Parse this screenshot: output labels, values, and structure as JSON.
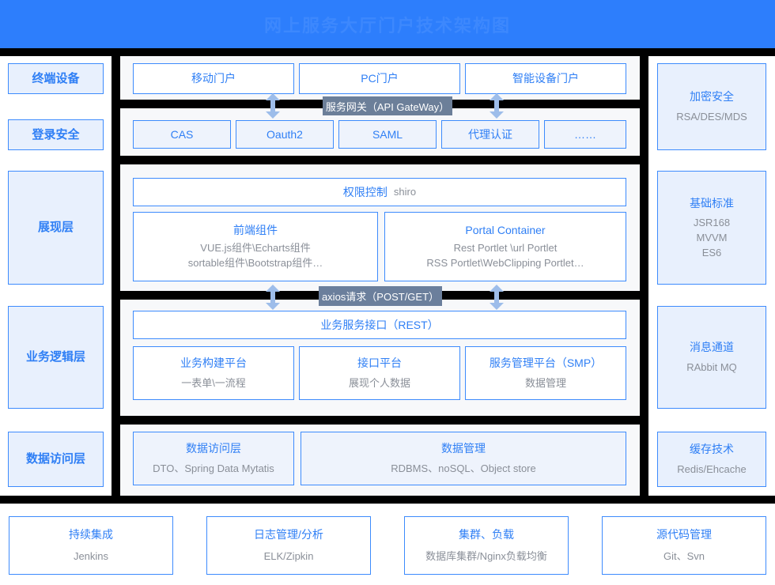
{
  "banner": {
    "title": "网上服务大厅门户技术架构图"
  },
  "layers": [
    {
      "name": "terminal-devices",
      "label": "终端设备"
    },
    {
      "name": "login-security",
      "label": "登录安全"
    },
    {
      "name": "presentation-layer",
      "label": "展现层"
    },
    {
      "name": "business-logic-layer",
      "label": "业务逻辑层"
    },
    {
      "name": "data-access-layer",
      "label": "数据访问层"
    }
  ],
  "portals": [
    {
      "name": "mobile-portal",
      "label": "移动门户"
    },
    {
      "name": "pc-portal",
      "label": "PC门户"
    },
    {
      "name": "smart-device-portal",
      "label": "智能设备门户"
    }
  ],
  "gateway_chip": "服务网关（API GateWay）",
  "axios_chip": "axios请求（POST/GET）",
  "auth_items": [
    {
      "name": "cas",
      "label": "CAS"
    },
    {
      "name": "oauth2",
      "label": "Oauth2"
    },
    {
      "name": "saml",
      "label": "SAML"
    },
    {
      "name": "proxy-auth",
      "label": "代理认证"
    },
    {
      "name": "more",
      "label": "……"
    }
  ],
  "presentation": {
    "permission": {
      "title": "权限控制",
      "tech": "shiro"
    },
    "cards": [
      {
        "name": "frontend-components",
        "title": "前端组件",
        "lines": [
          "VUE.js组件\\Echarts组件",
          "sortable组件\\Bootstrap组件…"
        ]
      },
      {
        "name": "portal-container",
        "title": "Portal Container",
        "lines": [
          "Rest Portlet \\url Portlet",
          "RSS Portlet\\WebClipping Portlet…"
        ]
      }
    ]
  },
  "business": {
    "service_interface": "业务服务接口（REST）",
    "cards": [
      {
        "name": "business-build-platform",
        "title": "业务构建平台",
        "sub": "一表单\\一流程"
      },
      {
        "name": "interface-platform",
        "title": "接口平台",
        "sub": "展现个人数据"
      },
      {
        "name": "service-management-platform",
        "title": "服务管理平台（SMP）",
        "sub": "数据管理"
      }
    ]
  },
  "data_layer": {
    "cards": [
      {
        "name": "data-access",
        "title": "数据访问层",
        "sub": "DTO、Spring Data Mytatis"
      },
      {
        "name": "data-management",
        "title": "数据管理",
        "sub": "RDBMS、noSQL、Object store"
      }
    ]
  },
  "right_sidebar": [
    {
      "name": "encryption-security",
      "title": "加密安全",
      "lines": [
        "RSA/DES/MDS"
      ]
    },
    {
      "name": "base-standards",
      "title": "基础标准",
      "lines": [
        "JSR168",
        "MVVM",
        "ES6"
      ]
    },
    {
      "name": "message-channel",
      "title": "消息通道",
      "lines": [
        "RAbbit MQ"
      ]
    },
    {
      "name": "cache-technology",
      "title": "缓存技术",
      "lines": [
        "Redis/Ehcache"
      ]
    }
  ],
  "bottom_row": [
    {
      "name": "continuous-integration",
      "title": "持续集成",
      "sub": "Jenkins"
    },
    {
      "name": "log-management",
      "title": "日志管理/分析",
      "sub": "ELK/Zipkin"
    },
    {
      "name": "cluster-load",
      "title": "集群、负载",
      "sub": "数据库集群/Nginx负载均衡"
    },
    {
      "name": "source-code-management",
      "title": "源代码管理",
      "sub": "Git、Svn"
    }
  ],
  "colors": {
    "banner_bg": "#2d7efc",
    "accent_blue": "#2f7ff5",
    "border_blue": "#3d8bfd",
    "fill_blue": "#e8f0fd",
    "panel_gray": "#f7f8fa",
    "chip_gray": "#6c7f99",
    "muted_text": "#8a8f98",
    "frame_black": "#000000",
    "arrow_blue": "#9dbdea"
  }
}
